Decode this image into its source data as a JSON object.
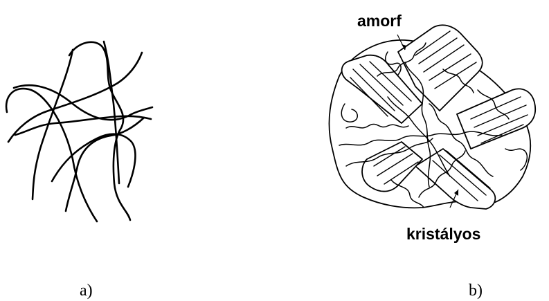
{
  "labels": {
    "amorphous": "amorf",
    "crystalline": "kristályos",
    "panel_a": "a)",
    "panel_b": "b)"
  },
  "colors": {
    "ink": "#000000",
    "background": "#ffffff"
  }
}
